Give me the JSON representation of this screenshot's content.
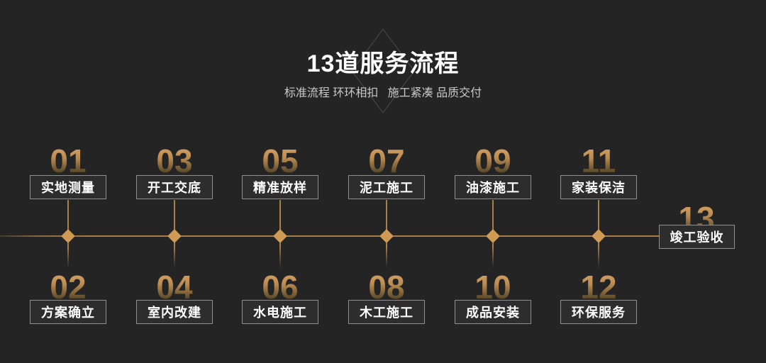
{
  "header": {
    "title": "13道服务流程",
    "subtitle": "标准流程 环环相扣   施工紧凑 品质交付"
  },
  "steps": [
    {
      "num": "01",
      "label": "实地测量"
    },
    {
      "num": "02",
      "label": "方案确立"
    },
    {
      "num": "03",
      "label": "开工交底"
    },
    {
      "num": "04",
      "label": "室内改建"
    },
    {
      "num": "05",
      "label": "精准放样"
    },
    {
      "num": "06",
      "label": "水电施工"
    },
    {
      "num": "07",
      "label": "泥工施工"
    },
    {
      "num": "08",
      "label": "木工施工"
    },
    {
      "num": "09",
      "label": "油漆施工"
    },
    {
      "num": "10",
      "label": "成品安装"
    },
    {
      "num": "11",
      "label": "家装保洁"
    },
    {
      "num": "12",
      "label": "环保服务"
    },
    {
      "num": "13",
      "label": "竣工验收"
    }
  ],
  "colors": {
    "background": "#242424",
    "accent_gold": "#cf9a54",
    "timeline_line": "#a87c45",
    "number_gradient_top": "#d6a164",
    "number_gradient_bottom": "#342c22",
    "box_background": "#2d2d2d",
    "box_border": "#8f8f8f",
    "title_text": "#ffffff",
    "subtitle_text": "#c9c9c9",
    "title_diamond_outline": "#4b4b4b"
  }
}
